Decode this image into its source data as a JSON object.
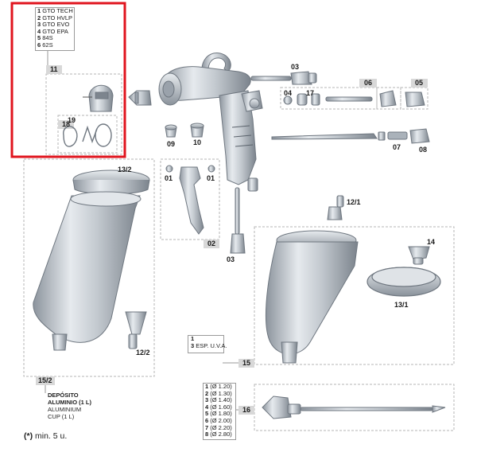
{
  "models_list": [
    {
      "n": "1",
      "t": "GTO TECH"
    },
    {
      "n": "2",
      "t": "GTO HVLP"
    },
    {
      "n": "3",
      "t": "GTO EVO"
    },
    {
      "n": "4",
      "t": "GTO EPA"
    },
    {
      "n": "5",
      "t": "84S"
    },
    {
      "n": "6",
      "t": "62S"
    }
  ],
  "tags": {
    "p11": "11",
    "p18": "18",
    "p06": "06",
    "p05": "05",
    "p02": "02",
    "p15": "15",
    "p15_2": "15/2",
    "p16": "16"
  },
  "labels": {
    "l19": "19",
    "l03a": "03",
    "l04": "04",
    "l17": "17",
    "l09": "09",
    "l10": "10",
    "l07": "07",
    "l08": "08",
    "l13_2": "13/2",
    "l01a": "01",
    "l01b": "01",
    "l12_1": "12/1",
    "l14": "14",
    "l03b": "03",
    "l13_1": "13/1",
    "l12_2": "12/2"
  },
  "uva_list": [
    {
      "n": "1",
      "t": ""
    },
    {
      "n": "3",
      "t": "ESP. U.V.A."
    }
  ],
  "nozzle_list": [
    {
      "n": "1",
      "t": "(Ø 1.20)"
    },
    {
      "n": "2",
      "t": "(Ø 1.30)"
    },
    {
      "n": "3",
      "t": "(Ø 1.40)"
    },
    {
      "n": "4",
      "t": "(Ø 1.60)"
    },
    {
      "n": "5",
      "t": "(Ø 1.80)"
    },
    {
      "n": "6",
      "t": "(Ø 2.00)"
    },
    {
      "n": "7",
      "t": "(Ø 2.20)"
    },
    {
      "n": "8",
      "t": "(Ø 2.80)"
    }
  ],
  "cup_info": {
    "line1": "DEPÓSITO",
    "line2": "ALUMINIO (1 L)",
    "line3": "ALUMINIUM",
    "line4": "CUP (1 L)"
  },
  "note": {
    "mark": "(*)",
    "text": " min. 5 u."
  },
  "colors": {
    "highlight": "#e0141e",
    "part": "#b9c0c8",
    "part_dark": "#7d858e",
    "frame": "#b5b5b5",
    "tag_bg": "#d8d8d8"
  }
}
